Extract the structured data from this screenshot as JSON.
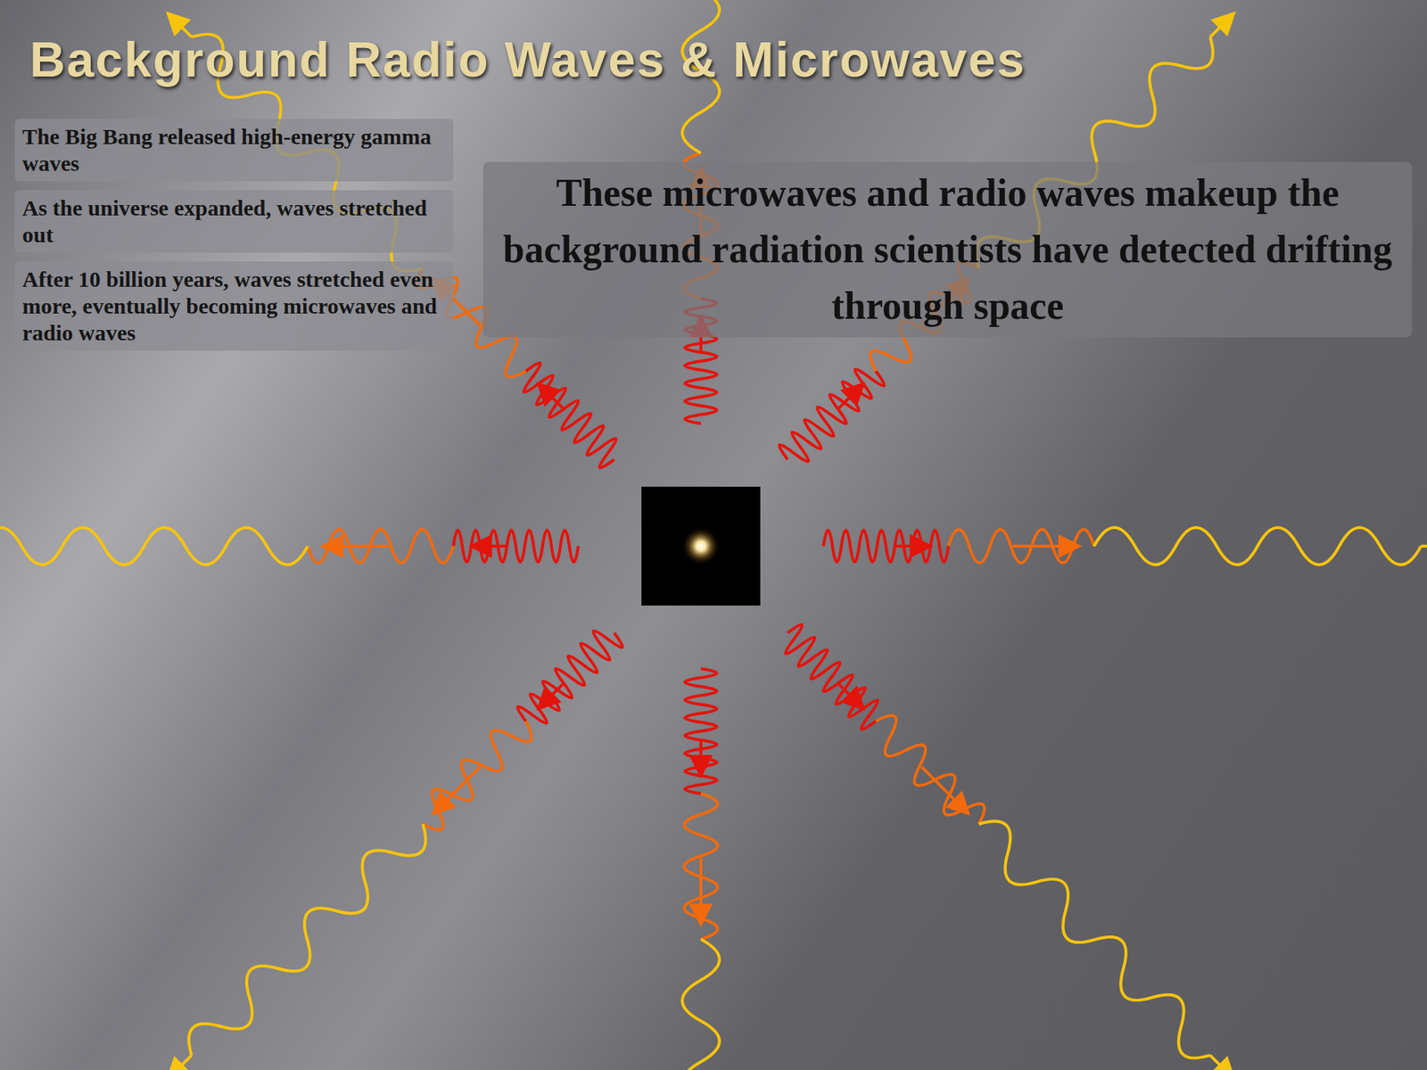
{
  "diagram": {
    "title": "Background Radio Waves & Microwaves",
    "labels": [
      "These microwaves and radio waves makeup the background radiation scientists have detected drifting through space",
      "The Big Bang released high-energy gamma waves",
      "As the universe expanded, waves stretched out",
      "After 10 billion years, waves stretched even more, eventually becoming microwaves and radio waves"
    ]
  }
}
